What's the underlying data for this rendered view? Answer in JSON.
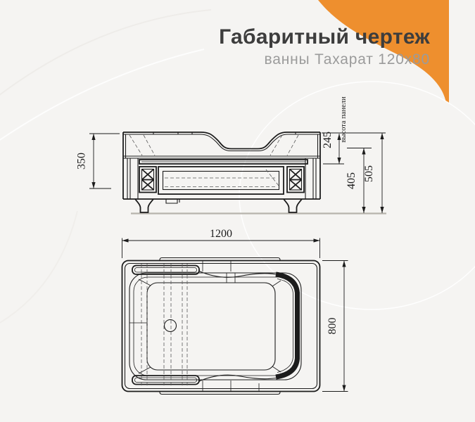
{
  "header": {
    "title": "Габаритный чертеж",
    "subtitle": "ванны Тахарат 120х80"
  },
  "front_view": {
    "dim_left_height": "350",
    "dim_rim_height": "245",
    "dim_panel_height": "405",
    "dim_total_height": "505",
    "panel_height_label": "высота панели"
  },
  "top_view": {
    "dim_length": "1200",
    "dim_width": "800"
  },
  "colors": {
    "accent_orange": "#EE8F2E",
    "line": "#1C1C1C",
    "title_text": "#3D3D3D",
    "subtitle_text": "#9B9B9B",
    "background": "#F5F4F2",
    "ground_line": "#B7B3AD"
  }
}
